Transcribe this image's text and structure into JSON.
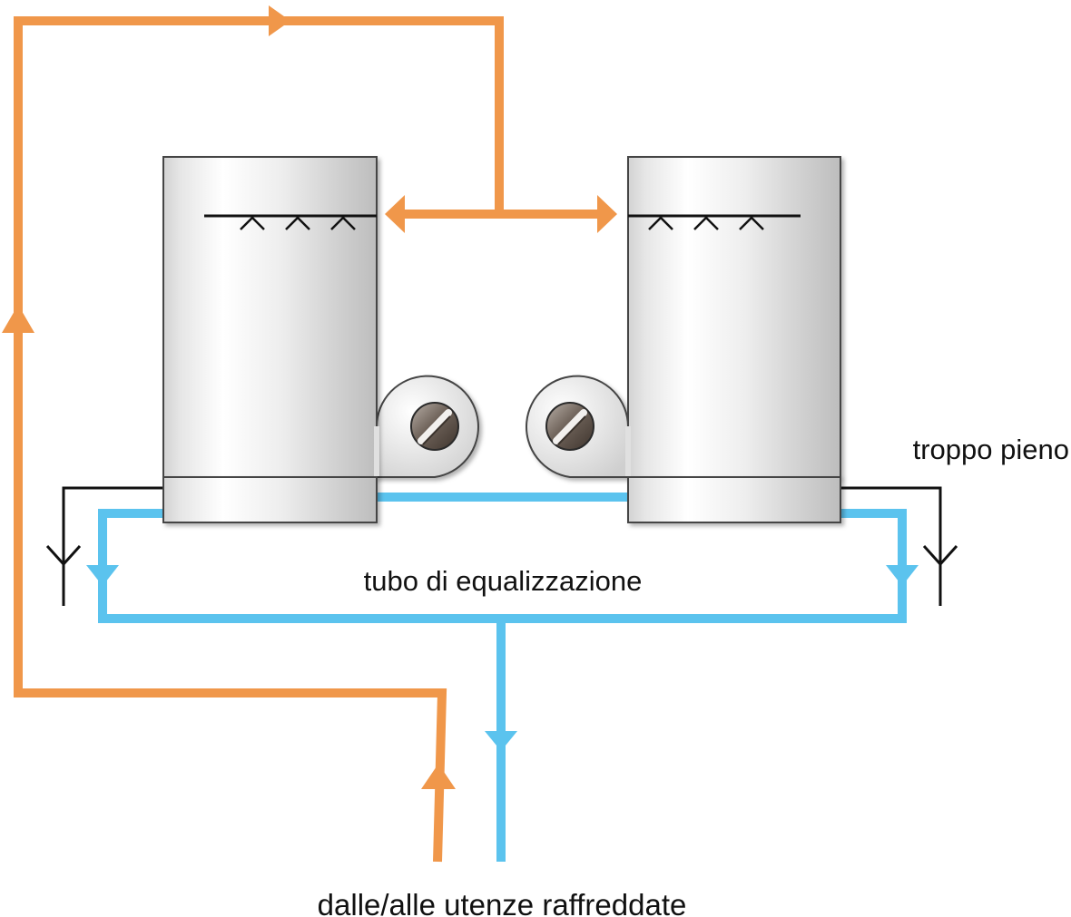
{
  "labels": {
    "overflow": "troppo pieno",
    "equalization_pipe": "tubo di equalizzazione",
    "bottom_caption": "dalle/alle utenze raffreddate"
  },
  "colors": {
    "hot_pipe": "#F0974A",
    "cold_pipe": "#5BC3EE",
    "drain_line": "#111111",
    "water_level_line": "#111111",
    "tank_body": "#e6e6e6",
    "tank_highlight": "#ffffff",
    "pump_knob": "#6e6259"
  },
  "icons": {
    "tank_left": "cooling-tower-tank",
    "tank_right": "cooling-tower-tank",
    "spray_nozzle": "caret-up",
    "drain": "funnel-y-symbol",
    "pump": "pump-volute",
    "flow_arrow": "triangle-arrow"
  }
}
